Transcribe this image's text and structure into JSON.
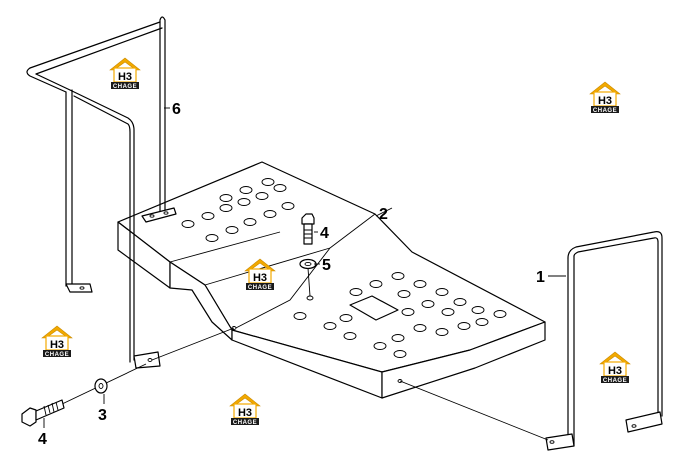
{
  "diagram": {
    "callouts": [
      {
        "id": "c1",
        "label": "1"
      },
      {
        "id": "c2",
        "label": "2"
      },
      {
        "id": "c3",
        "label": "3"
      },
      {
        "id": "c4a",
        "label": "4"
      },
      {
        "id": "c4b",
        "label": "4"
      },
      {
        "id": "c5",
        "label": "5"
      },
      {
        "id": "c6",
        "label": "6"
      }
    ],
    "watermark": {
      "brand_top": "H3",
      "brand_bottom": "CHAGE",
      "colors": {
        "roof": "#f2a900",
        "roof_dark": "#c98a00",
        "band": "#1a1a1a",
        "text": "#000000"
      }
    }
  }
}
